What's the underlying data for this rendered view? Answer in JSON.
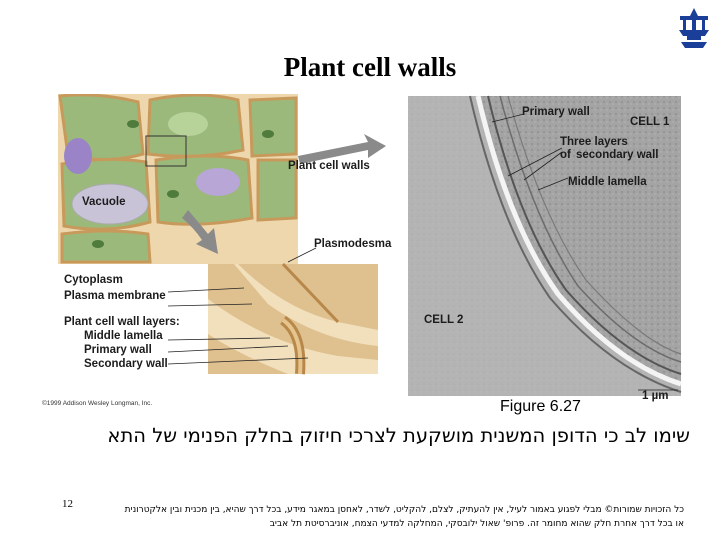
{
  "colors": {
    "logo_blue": "#1b3f99",
    "cell_green": "#97b678",
    "wall_tan": "#e8c591",
    "vacuole_violet": "#9a84c7",
    "micrograph_gray": "#9d9d9d"
  },
  "logo": {
    "icon": "university-emblem-icon"
  },
  "title": "Plant cell walls",
  "figure": {
    "labels": {
      "primary_wall_top": "Primary wall",
      "cell1": "CELL 1",
      "three_layers_line1": "Three layers",
      "three_layers_line2": "of",
      "three_layers_line3": "secondary wall",
      "middle_lamella_right": "Middle lamella",
      "plant_cell_walls": "Plant cell walls",
      "vacuole": "Vacuole",
      "plasmodesma": "Plasmodesma",
      "cytoplasm": "Cytoplasm",
      "plasma_membrane": "Plasma membrane",
      "layers_heading": "Plant cell wall layers:",
      "layer_middle": "Middle lamella",
      "layer_primary": "Primary wall",
      "layer_secondary": "Secondary wall",
      "cell2": "CELL 2",
      "scale": "1 µm",
      "credit": "©1999 Addison Wesley Longman, Inc."
    },
    "caption": "Figure 6.27"
  },
  "note_hebrew": "שימו לב כי הדופן המשנית מושקעת לצרכי חיזוק בחלק הפנימי של התא",
  "page_number": "12",
  "copyright": {
    "line1": "כל הזכויות שמורות© מבלי לפגוע באמור לעיל, אין להעתיק, לצלם, להקליט, לשדר, לאחסן במאגר מידע, בכל דרך שהיא, בין מכנית ובין אלקטרונית",
    "line2": "או בכל דרך אחרת חלק שהוא מחומר זה. פרופ' שאול ילובסקי, המחלקה למדעי הצמח, אוניברסיטת תל אביב"
  }
}
